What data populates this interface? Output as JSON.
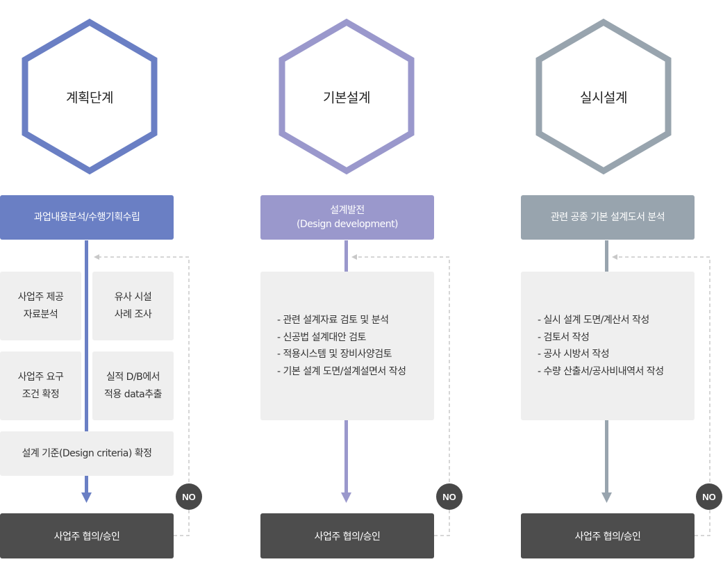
{
  "colors": {
    "col1": "#6a7fc4",
    "col2": "#9a98cc",
    "col3": "#98a4ae",
    "box": "#efefef",
    "footer": "#4d4d4d",
    "no_badge": "#484848",
    "dashed": "#c8c8c8"
  },
  "columns": [
    {
      "hex_label": "계획단계",
      "head_lines": [
        "과업내용분석/수행기획수립"
      ],
      "boxes": [
        {
          "lines": [
            "사업주 제공",
            "자료분석"
          ]
        },
        {
          "lines": [
            "유사 시설",
            "사례 조사"
          ]
        },
        {
          "lines": [
            "사업주 요구",
            "조건 확정"
          ]
        },
        {
          "lines": [
            "실적 D/B에서",
            "적용 data추출"
          ]
        },
        {
          "lines": [
            "설계 기준(Design criteria) 확정"
          ]
        }
      ],
      "footer": "사업주 협의/승인",
      "no_label": "NO"
    },
    {
      "hex_label": "기본설계",
      "head_lines": [
        "설계발전",
        "(Design development)"
      ],
      "items": [
        "관련 설계자료 검토 및 분석",
        "신공법 설계대안 검토",
        "적용시스템 및 장비사양검토",
        "기본 설계 도면/설계설면서 작성"
      ],
      "footer": "사업주 협의/승인",
      "no_label": "NO"
    },
    {
      "hex_label": "실시설계",
      "head_lines": [
        "관련 공종 기본 설계도서 분석"
      ],
      "items": [
        "실시 설계 도면/계산서 작성",
        "검토서 작성",
        "공사 시방서 작성",
        "수량 산출서/공사비내역서 작성"
      ],
      "footer": "사업주 협의/승인",
      "no_label": "NO"
    }
  ]
}
